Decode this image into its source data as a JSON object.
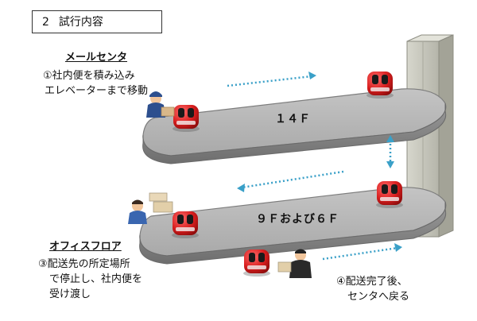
{
  "section": {
    "number": "2",
    "title": "試行内容"
  },
  "mail_center": {
    "heading": "メールセンタ",
    "step1_line1": "①社内便を積み込み",
    "step1_line2": "エレベーターまで移動"
  },
  "office_floor": {
    "heading": "オフィスフロア",
    "step3_line1": "③配送先の所定場所",
    "step3_line2": "で停止し、社内便を",
    "step3_line3": "受け渡し",
    "step4_line1": "④配送完了後、",
    "step4_line2": "センタへ戻る"
  },
  "floors": {
    "upper": "１４Ｆ",
    "lower": "９Ｆおよび６Ｆ"
  },
  "colors": {
    "robot": "#d81e1e",
    "track_top": "#b8b8b8",
    "track_edge": "#8a8a8a",
    "tower": "#c9c9c0",
    "arrow": "#3aa0c8"
  }
}
